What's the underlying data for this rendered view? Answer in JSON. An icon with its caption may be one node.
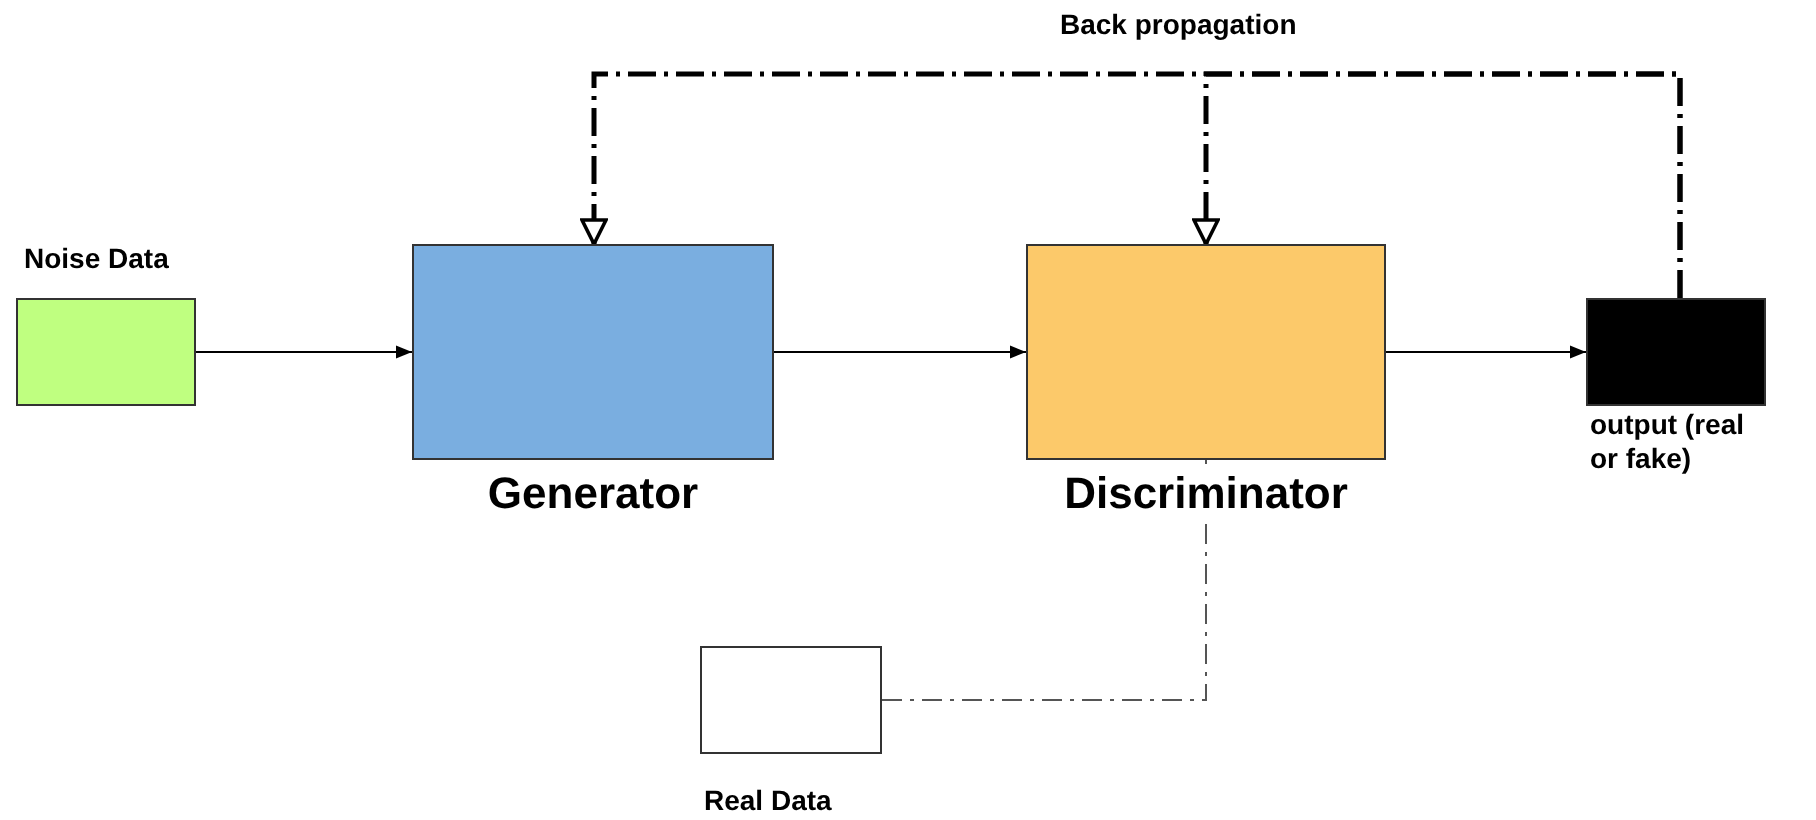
{
  "diagram": {
    "nodes": [
      {
        "text": [
          "Noise Data"
        ]
      },
      {
        "text": [
          "Generator"
        ]
      },
      {
        "text": [
          "Discriminator"
        ]
      },
      {
        "text": [
          "output (real or fake)"
        ]
      },
      {
        "text": [
          "Real Data"
        ]
      }
    ],
    "edges": [
      {
        "from": 0,
        "to": 1,
        "arrow": "to"
      },
      {
        "from": 1,
        "to": 2,
        "arrow": "to"
      },
      {
        "from": 2,
        "to": 3,
        "arrow": "to"
      },
      {
        "from": 3,
        "to": 1,
        "arrow": "to",
        "style": "dashed"
      },
      {
        "from": 3,
        "to": 2,
        "arrow": "to",
        "style": "dashed",
        "label": "Back propagation"
      },
      {
        "from": 4,
        "to": 2,
        "arrow": "none",
        "style": "dashed"
      }
    ]
  }
}
